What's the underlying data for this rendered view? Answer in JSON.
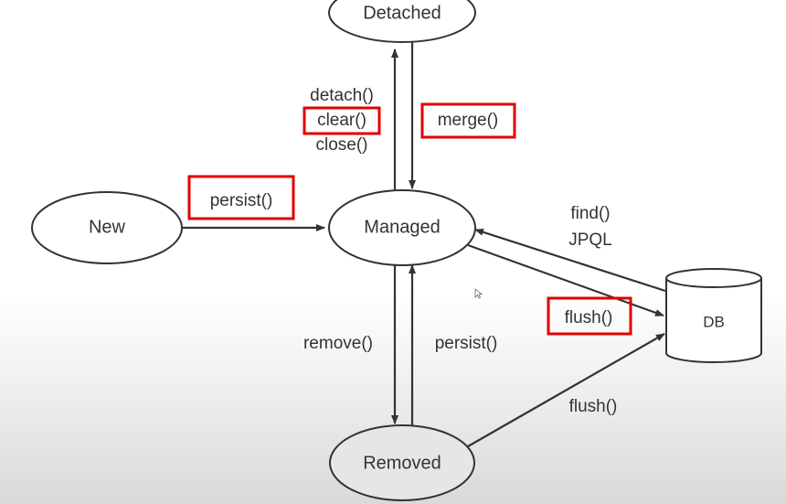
{
  "nodes": {
    "detached": "Detached",
    "new": "New",
    "managed": "Managed",
    "removed": "Removed",
    "db": "DB"
  },
  "edge_labels": {
    "detach": "detach()",
    "clear": "clear()",
    "close": "close()",
    "merge": "merge()",
    "persist_new": "persist()",
    "find": "find()",
    "jpql": "JPQL",
    "flush_managed": "flush()",
    "remove": "remove()",
    "persist_removed": "persist()",
    "flush_removed": "flush()"
  },
  "highlight_color": "#e00000",
  "highlighted_labels": [
    "clear()",
    "merge()",
    "persist()",
    "flush()"
  ]
}
